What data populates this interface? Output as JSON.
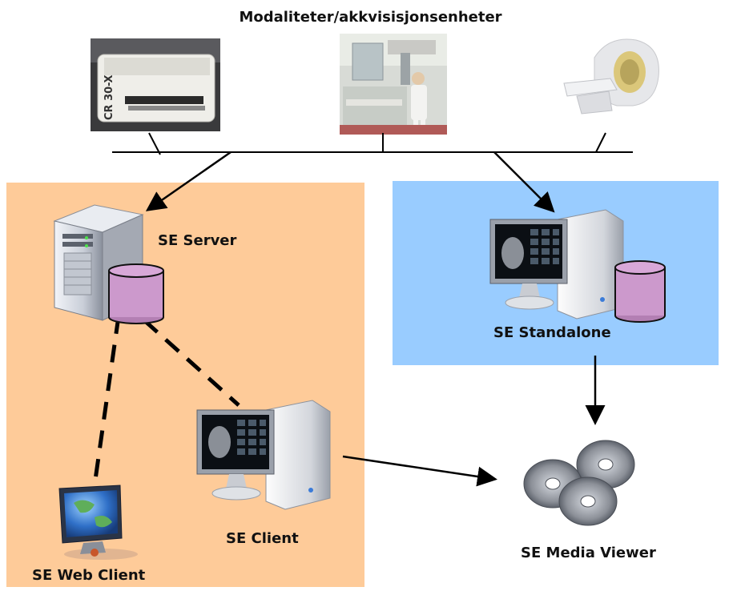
{
  "title": "Modaliteter/akkvisisjonsenheter",
  "colors": {
    "server_panel": "#fecb99",
    "standalone_panel": "#99ccff",
    "database": "#cc99cc",
    "arrow": "#000000"
  },
  "modalities": [
    {
      "icon": "cr-reader-photo",
      "label_on_device": "CR 30-X"
    },
    {
      "icon": "xray-room-photo"
    },
    {
      "icon": "ct-scanner-photo"
    }
  ],
  "nodes": {
    "server": {
      "label": "SE Server",
      "icon": "server-tower-icon"
    },
    "standalone": {
      "label": "SE Standalone",
      "icon": "workstation-icon"
    },
    "client": {
      "label": "SE Client",
      "icon": "workstation-icon"
    },
    "web_client": {
      "label": "SE Web Client",
      "icon": "globe-monitor-icon"
    },
    "media_viewer": {
      "label": "SE Media Viewer",
      "icon": "disc-stack-icon"
    }
  }
}
